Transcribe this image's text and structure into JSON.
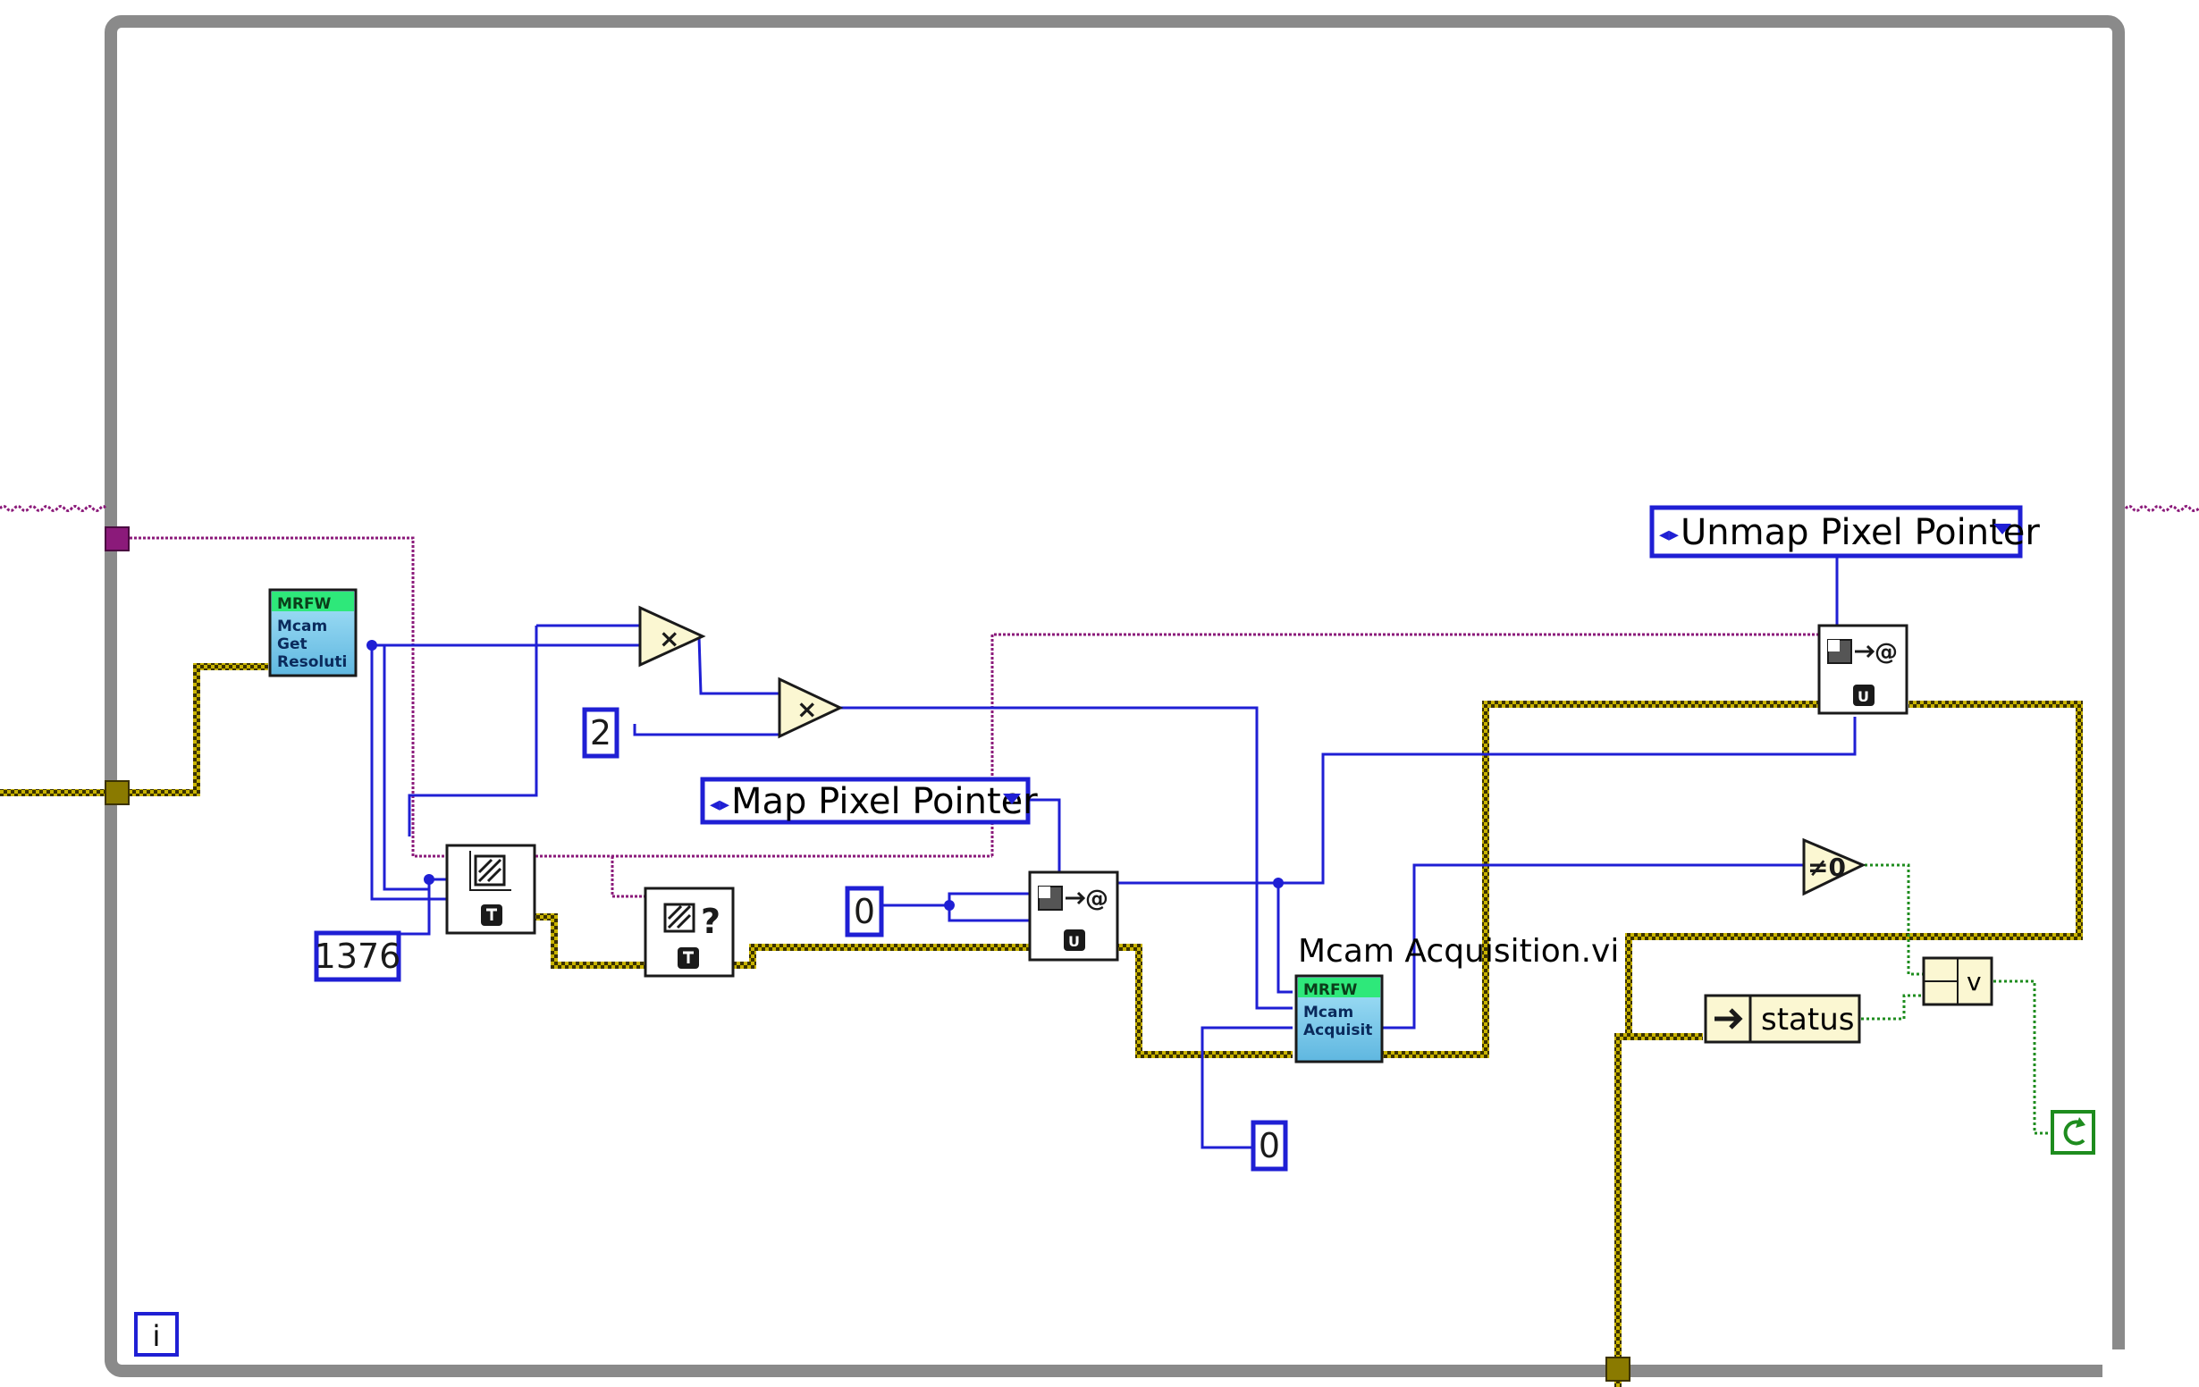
{
  "diagram": {
    "loop": {
      "iteration_terminal": "i",
      "condition_icon": "loop-continue-icon"
    },
    "constants": {
      "width_constant": "1376",
      "multiplier_constant": "2",
      "map_zero_constant": "0",
      "acq_zero_constant": "0"
    },
    "ring_constants": {
      "map_pixel_pointer": "Map Pixel Pointer",
      "unmap_pixel_pointer": "Unmap Pixel Pointer"
    },
    "subvis": {
      "get_resolution": {
        "banner": "MRFW",
        "line1": "Mcam",
        "line2": "Get",
        "line3": "Resoluti"
      },
      "acquisition": {
        "banner": "MRFW",
        "line1": "Mcam",
        "line2": "Acquisit",
        "label": "Mcam Acquisition.vi"
      }
    },
    "primitives": {
      "multiply_1": "×",
      "multiply_2": "×",
      "not_equal_zero": "≠0",
      "unbundle_element": "status",
      "or_gate": "v"
    },
    "icons": {
      "imaq_create": "imaq-create-icon",
      "imaq_check": "imaq-check-icon",
      "map_pointer": "pixel-pointer-map-icon",
      "unmap_pointer": "pixel-pointer-unmap-icon"
    },
    "colors": {
      "loop_frame": "#8a8a8a",
      "numeric_wire": "#1f1fd4",
      "error_wire": "#a08c00",
      "image_wire": "#8b1a7a",
      "boolean_wire": "#1e8c1e",
      "primitive_fill": "#fbf7d2",
      "subvi_top": "#2ee87a",
      "subvi_body": "#8fd6f2"
    }
  }
}
